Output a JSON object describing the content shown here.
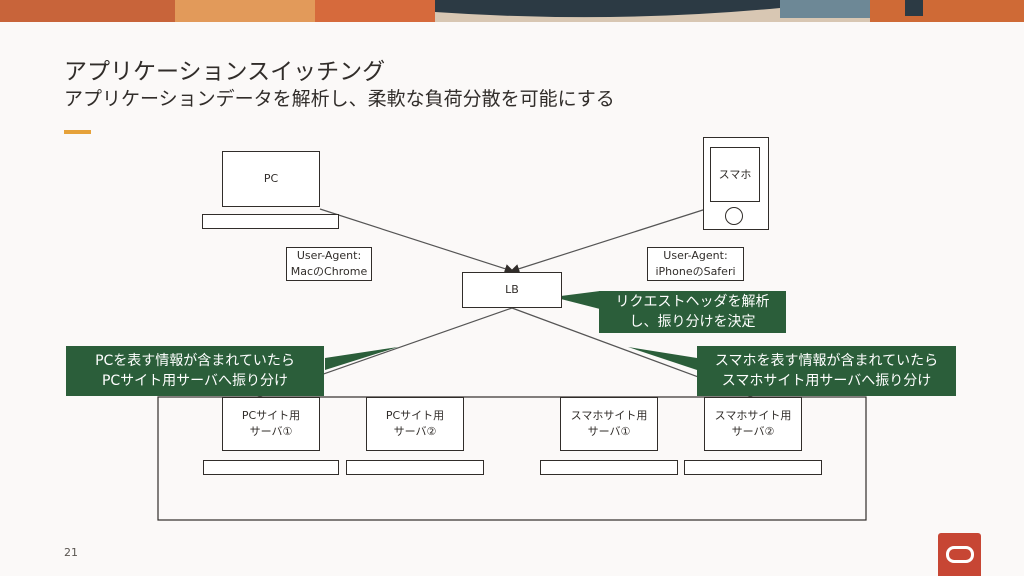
{
  "page": {
    "title": "アプリケーションスイッチング",
    "subtitle": "アプリケーションデータを解析し、柔軟な負荷分散を可能にする",
    "page_number": "21"
  },
  "diagram": {
    "pc_label": "PC",
    "smartphone_label": "スマホ",
    "pc_agent": "User-Agent:\nMacのChrome",
    "phone_agent": "User-Agent:\niPhoneのSaferi",
    "lb_label": "LB",
    "lb_callout": "リクエストヘッダを解析\nし、振り分けを決定",
    "pc_callout": "PCを表す情報が含まれていたら\nPCサイト用サーバへ振り分け",
    "phone_callout": "スマホを表す情報が含まれていたら\nスマホサイト用サーバへ振り分け",
    "servers": [
      "PCサイト用\nサーバ①",
      "PCサイト用\nサーバ②",
      "スマホサイト用\nサーバ①",
      "スマホサイト用\nサーバ②"
    ]
  },
  "colors": {
    "callout_green": "#2b5e3a",
    "accent_yellow": "#e6a23a",
    "logo_red": "#c74634"
  },
  "icons": {
    "logo": "oracle-logo"
  }
}
